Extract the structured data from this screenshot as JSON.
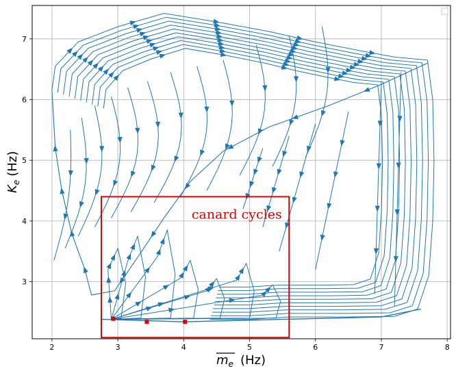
{
  "chart_data": {
    "type": "line",
    "xlabel_base": "m",
    "xlabel_sub": "e",
    "xlabel_unit": "(Hz)",
    "ylabel_base": "K",
    "ylabel_sub": "e",
    "ylabel_unit": "(Hz)",
    "xlim": [
      1.7,
      8.05
    ],
    "ylim": [
      2.06,
      7.55
    ],
    "xticks": [
      2,
      3,
      4,
      5,
      6,
      7,
      8
    ],
    "yticks": [
      3,
      4,
      5,
      6,
      7
    ],
    "grid": true,
    "legend": "top-right (empty)",
    "series_color": "#1f77b4",
    "highlight_color": "#e00000",
    "box": {
      "x0": 2.75,
      "x1": 5.6,
      "y0": 2.08,
      "y1": 4.4
    },
    "annotation": {
      "text": "canard  cycles",
      "x": 4.12,
      "y": 4.04
    },
    "markers": [
      {
        "x": 2.93,
        "y": 2.39
      },
      {
        "x": 3.44,
        "y": 2.34
      },
      {
        "x": 4.02,
        "y": 2.34
      }
    ],
    "large_cycle": {
      "top": [
        [
          2.0,
          6.15
        ],
        [
          2.05,
          6.55
        ],
        [
          2.4,
          6.95
        ],
        [
          3.0,
          7.2
        ],
        [
          3.7,
          7.42
        ],
        [
          4.5,
          7.28
        ],
        [
          5.3,
          7.12
        ],
        [
          6.0,
          6.95
        ],
        [
          6.7,
          6.8
        ],
        [
          7.2,
          6.7
        ],
        [
          7.7,
          6.65
        ]
      ],
      "bottom": [
        [
          7.7,
          6.6
        ],
        [
          7.0,
          6.25
        ],
        [
          6.2,
          5.9
        ],
        [
          5.3,
          5.55
        ],
        [
          4.6,
          5.15
        ],
        [
          4.1,
          4.65
        ],
        [
          3.7,
          4.05
        ],
        [
          3.3,
          3.4
        ],
        [
          2.95,
          2.85
        ],
        [
          2.6,
          2.78
        ]
      ],
      "left_up": [
        [
          2.6,
          2.78
        ],
        [
          2.5,
          3.2
        ],
        [
          2.3,
          3.8
        ],
        [
          2.15,
          4.5
        ],
        [
          2.05,
          5.2
        ],
        [
          2.0,
          6.15
        ]
      ],
      "right_down": [
        [
          7.7,
          6.65
        ],
        [
          7.78,
          6.0
        ],
        [
          7.8,
          5.0
        ],
        [
          7.78,
          4.0
        ],
        [
          7.72,
          3.1
        ],
        [
          7.55,
          2.55
        ],
        [
          7.2,
          2.43
        ],
        [
          6.5,
          2.42
        ],
        [
          5.6,
          2.42
        ],
        [
          5.0,
          2.38
        ],
        [
          4.4,
          2.38
        ]
      ]
    },
    "ridges": [
      {
        "x": 2.28,
        "y": 4.55,
        "w": 0.1
      },
      {
        "x": 2.45,
        "y": 4.75,
        "w": 0.18
      },
      {
        "x": 2.65,
        "y": 4.95,
        "w": 0.22
      },
      {
        "x": 2.9,
        "y": 5.1,
        "w": 0.25
      },
      {
        "x": 3.15,
        "y": 5.25,
        "w": 0.27
      },
      {
        "x": 3.45,
        "y": 5.35,
        "w": 0.28
      },
      {
        "x": 3.8,
        "y": 5.5,
        "w": 0.28
      },
      {
        "x": 4.2,
        "y": 5.6,
        "w": 0.27
      },
      {
        "x": 4.6,
        "y": 5.7,
        "w": 0.25
      },
      {
        "x": 5.1,
        "y": 5.95,
        "w": 0.25
      },
      {
        "x": 5.6,
        "y": 6.1,
        "w": 0.22
      },
      {
        "x": 6.1,
        "y": 6.25,
        "w": 0.2
      }
    ],
    "canards": [
      {
        "peak_x": 3.0,
        "peak_y": 3.55
      },
      {
        "peak_x": 3.3,
        "peak_y": 3.75
      },
      {
        "peak_x": 3.75,
        "peak_y": 3.85
      },
      {
        "peak_x": 4.1,
        "peak_y": 3.35
      },
      {
        "peak_x": 4.5,
        "peak_y": 3.05
      },
      {
        "peak_x": 4.95,
        "peak_y": 3.3
      },
      {
        "peak_x": 5.35,
        "peak_y": 2.95
      }
    ],
    "diagonal_returns": [
      {
        "from": [
          6.5,
          5.8
        ],
        "to": [
          6.0,
          3.2
        ]
      },
      {
        "from": [
          6.0,
          5.6
        ],
        "to": [
          5.45,
          3.5
        ]
      },
      {
        "from": [
          5.6,
          5.4
        ],
        "to": [
          5.2,
          3.9
        ]
      },
      {
        "from": [
          5.2,
          5.2
        ],
        "to": [
          4.9,
          4.2
        ]
      },
      {
        "from": [
          7.0,
          6.3
        ],
        "to": [
          6.9,
          2.8
        ]
      },
      {
        "from": [
          7.3,
          6.45
        ],
        "to": [
          7.2,
          2.6
        ]
      }
    ]
  }
}
